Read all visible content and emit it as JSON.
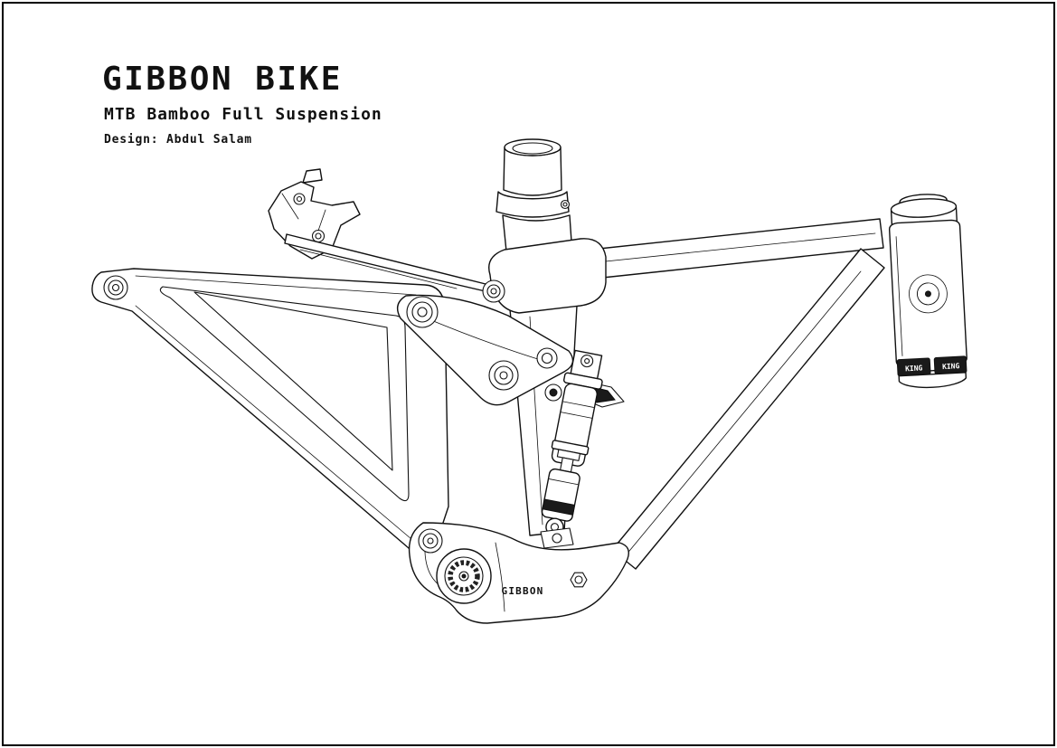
{
  "page": {
    "background": "#ffffff",
    "border_color": "#000000"
  },
  "title_block": {
    "title": "GIBBON BIKE",
    "subtitle": "MTB Bamboo Full Suspension",
    "credit": "Design: Abdul Salam"
  },
  "drawing": {
    "subject": "full-suspension-mtb-frame-isometric-line-rendering",
    "frame_logo_text": "GIBBON",
    "headset_ring_text_left": "KING",
    "headset_ring_text_right": "KING",
    "line_color": "#111111"
  }
}
